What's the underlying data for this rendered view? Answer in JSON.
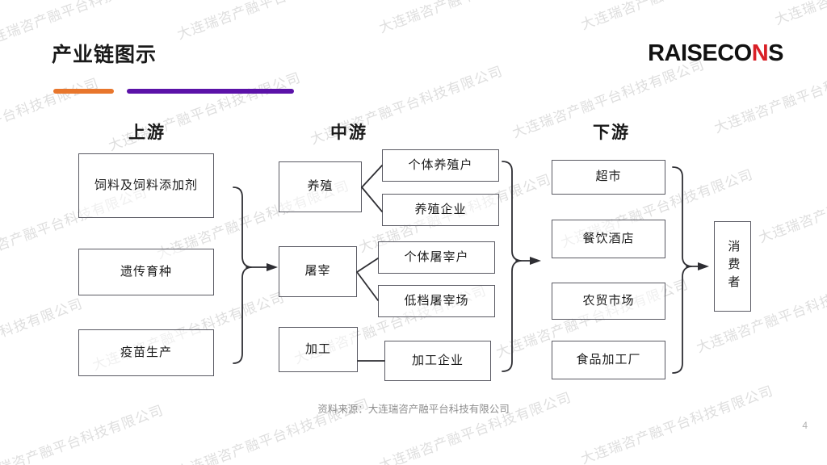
{
  "header": {
    "title": "产业链图示",
    "logo_main": "RAISECO",
    "logo_accent": "N",
    "logo_tail": "S",
    "accent_color_orange": "#e8762c",
    "accent_color_purple": "#5b12a8",
    "logo_red": "#d91f26"
  },
  "watermark": {
    "text": "大连瑞咨产融平台科技有限公司",
    "color": "#d9d9d9"
  },
  "diagram": {
    "stages": [
      {
        "id": "upstream",
        "label": "上游"
      },
      {
        "id": "midstream",
        "label": "中游"
      },
      {
        "id": "downstream",
        "label": "下游"
      }
    ],
    "upstream_nodes": [
      {
        "id": "feed",
        "label": "饲料及饲料添加剂"
      },
      {
        "id": "breeding",
        "label": "遗传育种"
      },
      {
        "id": "vaccine",
        "label": "疫苗生产"
      }
    ],
    "midstream_primary": [
      {
        "id": "farming",
        "label": "养殖"
      },
      {
        "id": "slaughter",
        "label": "屠宰"
      },
      {
        "id": "processing",
        "label": "加工"
      }
    ],
    "midstream_secondary": [
      {
        "id": "individual-farmer",
        "label": "个体养殖户"
      },
      {
        "id": "farming-enterprise",
        "label": "养殖企业"
      },
      {
        "id": "individual-butcher",
        "label": "个体屠宰户"
      },
      {
        "id": "low-grade-slaughterhouse",
        "label": "低档屠宰场"
      },
      {
        "id": "processing-enterprise",
        "label": "加工企业"
      }
    ],
    "downstream_nodes": [
      {
        "id": "supermarket",
        "label": "超市"
      },
      {
        "id": "restaurant-hotel",
        "label": "餐饮酒店"
      },
      {
        "id": "farmers-market",
        "label": "农贸市场"
      },
      {
        "id": "food-factory",
        "label": "食品加工厂"
      }
    ],
    "terminal_node": {
      "id": "consumer",
      "label": "消费者"
    }
  },
  "footer": {
    "source": "资料来源：大连瑞咨产融平台科技有限公司",
    "page_number": "4"
  }
}
